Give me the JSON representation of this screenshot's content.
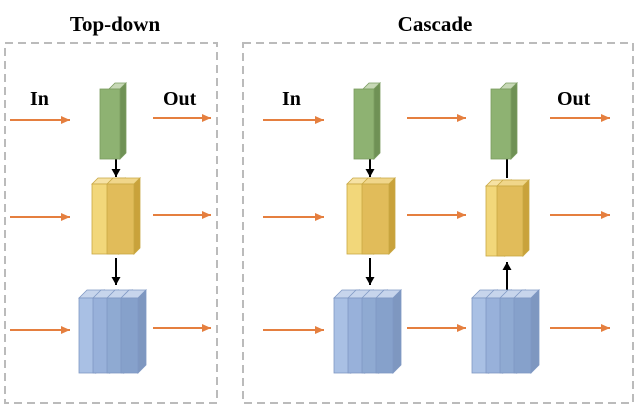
{
  "panels": {
    "topdown": {
      "title": "Top-down",
      "in_label": "In",
      "out_label": "Out"
    },
    "cascade": {
      "title": "Cascade",
      "in_label": "In",
      "out_label": "Out"
    }
  },
  "colors": {
    "arrow_orange": "#E57F3F",
    "green": "#8EB272",
    "yellow": "#E8C760",
    "blue": "#8FAAD2",
    "border_gray": "#BBBBBB"
  }
}
